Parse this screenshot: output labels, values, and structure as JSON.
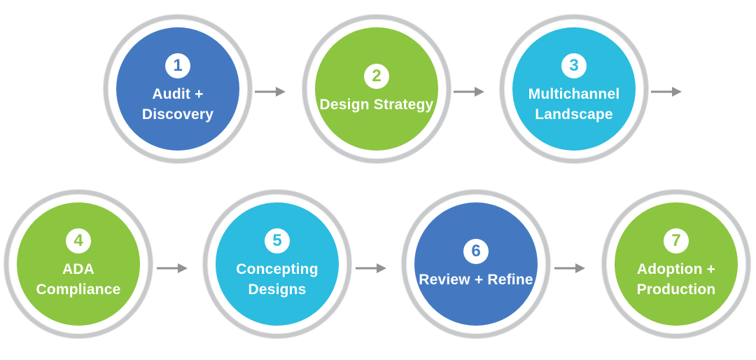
{
  "colors": {
    "blue": "#4479c2",
    "green": "#8cc540",
    "cyan": "#2bbcdf",
    "ring": "#c8c9cb",
    "arrow": "#8f9193"
  },
  "steps": [
    {
      "number": "1",
      "label": "Audit + Discovery",
      "color": "blue"
    },
    {
      "number": "2",
      "label": "Design Strategy",
      "color": "green"
    },
    {
      "number": "3",
      "label": "Multichannel Landscape",
      "color": "cyan"
    },
    {
      "number": "4",
      "label": "ADA Compliance",
      "color": "green"
    },
    {
      "number": "5",
      "label": "Concepting Designs",
      "color": "cyan"
    },
    {
      "number": "6",
      "label": "Review + Refine",
      "color": "blue"
    },
    {
      "number": "7",
      "label": "Adoption + Production",
      "color": "green"
    }
  ]
}
